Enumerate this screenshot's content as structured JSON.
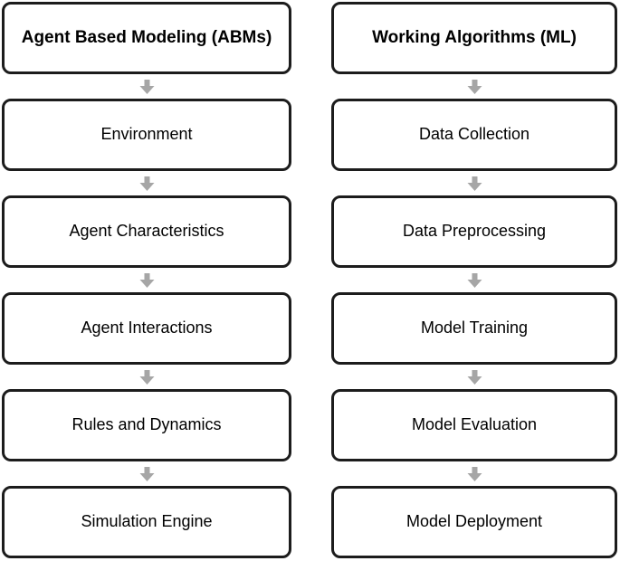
{
  "columns": [
    {
      "header": "Agent Based Modeling (ABMs)",
      "steps": [
        "Environment",
        "Agent Characteristics",
        "Agent Interactions",
        "Rules and Dynamics",
        "Simulation Engine"
      ]
    },
    {
      "header": "Working Algorithms (ML)",
      "steps": [
        "Data Collection",
        "Data Preprocessing",
        "Model Training",
        "Model Evaluation",
        "Model Deployment"
      ]
    }
  ],
  "icons": {
    "down_arrow": "down-arrow-icon"
  },
  "colors": {
    "box_border": "#1c1c1c",
    "box_background": "#ffffff",
    "arrow_fill": "#a6a6a6",
    "text": "#000000",
    "background": "#ffffff"
  }
}
